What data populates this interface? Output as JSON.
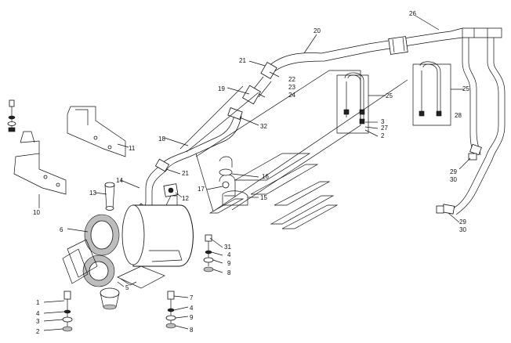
{
  "callouts": [
    {
      "id": "c26a",
      "text": "26"
    },
    {
      "id": "c20",
      "text": "20"
    },
    {
      "id": "c21a",
      "text": "21"
    },
    {
      "id": "c22",
      "text": "22"
    },
    {
      "id": "c23",
      "text": "23"
    },
    {
      "id": "c24",
      "text": "24"
    },
    {
      "id": "c19",
      "text": "19"
    },
    {
      "id": "c25a",
      "text": "25"
    },
    {
      "id": "c25b",
      "text": "25"
    },
    {
      "id": "c28",
      "text": "28"
    },
    {
      "id": "c3a",
      "text": "3"
    },
    {
      "id": "c27",
      "text": "27"
    },
    {
      "id": "c2a",
      "text": "2"
    },
    {
      "id": "c32",
      "text": "32"
    },
    {
      "id": "c18",
      "text": "18"
    },
    {
      "id": "c11",
      "text": "11"
    },
    {
      "id": "c21b",
      "text": "21"
    },
    {
      "id": "c16",
      "text": "16"
    },
    {
      "id": "c14",
      "text": "14"
    },
    {
      "id": "c17",
      "text": "17"
    },
    {
      "id": "c15",
      "text": "15"
    },
    {
      "id": "c13",
      "text": "13"
    },
    {
      "id": "c12",
      "text": "12"
    },
    {
      "id": "c10",
      "text": "10"
    },
    {
      "id": "c29a",
      "text": "29"
    },
    {
      "id": "c30a",
      "text": "30"
    },
    {
      "id": "c29b",
      "text": "29"
    },
    {
      "id": "c30b",
      "text": "30"
    },
    {
      "id": "c6a",
      "text": "6"
    },
    {
      "id": "c31",
      "text": "31"
    },
    {
      "id": "c4a",
      "text": "4"
    },
    {
      "id": "c9a",
      "text": "9"
    },
    {
      "id": "c8a",
      "text": "8"
    },
    {
      "id": "c5",
      "text": "5"
    },
    {
      "id": "c7",
      "text": "7"
    },
    {
      "id": "c4b",
      "text": "4"
    },
    {
      "id": "c9b",
      "text": "9"
    },
    {
      "id": "c8b",
      "text": "8"
    },
    {
      "id": "c1",
      "text": "1"
    },
    {
      "id": "c4c",
      "text": "4"
    },
    {
      "id": "c3b",
      "text": "3"
    },
    {
      "id": "c2b",
      "text": "2"
    }
  ]
}
